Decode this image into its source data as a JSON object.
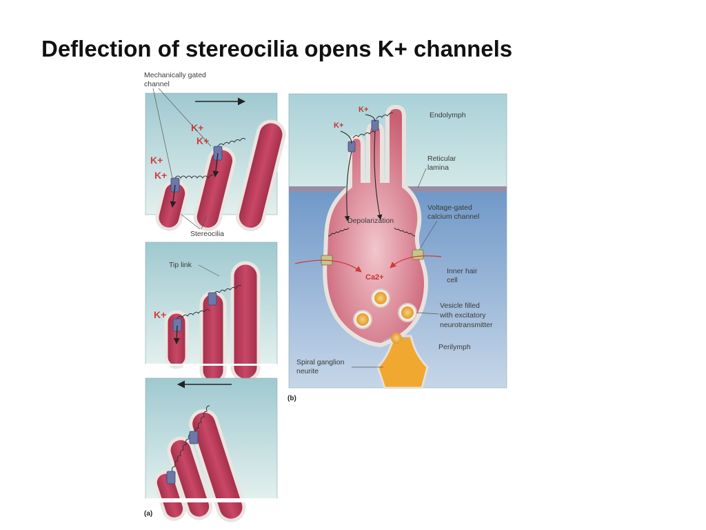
{
  "slide": {
    "title": "Deflection of stereocilia opens K+ channels"
  },
  "panel_a": {
    "id": "(a)",
    "labels": {
      "mechanically_gated_1": "Mechanically gated",
      "mechanically_gated_2": "channel",
      "stereocilia": "Stereocilia",
      "tip_link": "Tip link"
    },
    "ions": {
      "k1": "K+",
      "k2": "K+",
      "k3": "K+",
      "k4": "K+",
      "k5": "K+"
    }
  },
  "panel_b": {
    "id": "(b)",
    "labels": {
      "endolymph": "Endolymph",
      "reticular_1": "Reticular",
      "reticular_2": "lamina",
      "voltage_1": "Voltage-gated",
      "voltage_2": "calcium channel",
      "depolarization": "Depolarization",
      "inner_hair_1": "Inner hair",
      "inner_hair_2": "cell",
      "vesicle_1": "Vesicle filled",
      "vesicle_2": "with excitatory",
      "vesicle_3": "neurotransmitter",
      "perilymph": "Perilymph",
      "spiral_1": "Spiral ganglion",
      "spiral_2": "neurite"
    },
    "ions": {
      "k1": "K+",
      "k2": "K+",
      "ca": "Ca2+"
    }
  },
  "colors": {
    "endolymph_bg": "#b4d7dc",
    "perilymph_bg": "#7fa2cc",
    "lamina": "#9a8ca4",
    "cilia_fill": "#b83a55",
    "membrane": "#e8e2de",
    "channel": "#6b78a8",
    "ion_text": "#d63b3b",
    "vesicle": "#e6a23a",
    "neurite": "#f0a830"
  }
}
